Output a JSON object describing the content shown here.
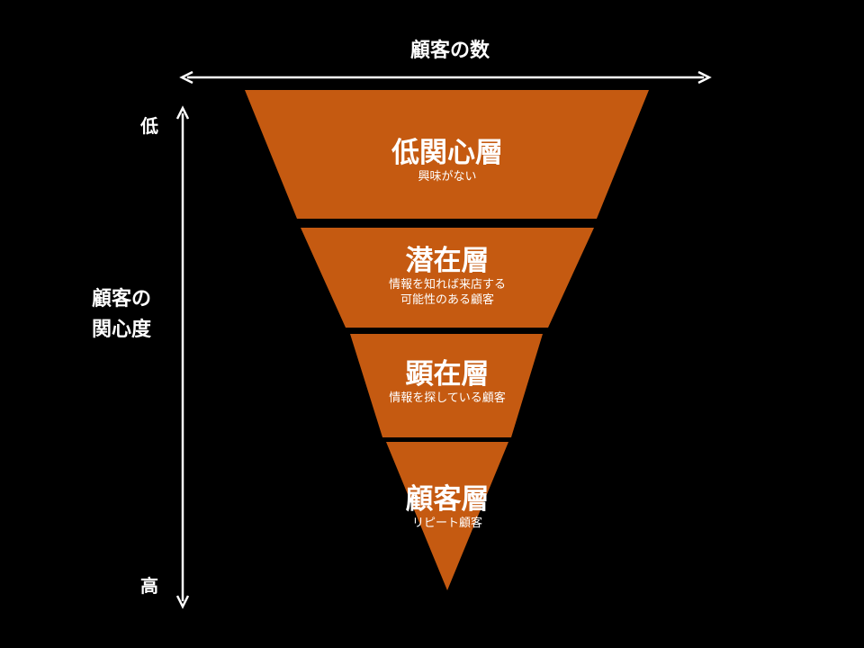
{
  "diagram": {
    "top_label": "顧客の数",
    "side_label_line1": "顧客の",
    "side_label_line2": "関心度",
    "low_label": "低",
    "high_label": "高",
    "colors": {
      "background": "#000000",
      "layer_fill": "#c55a11",
      "text": "#ffffff",
      "arrows": "#ffffff"
    },
    "layers": [
      {
        "title": "低関心層",
        "desc": "興味がない"
      },
      {
        "title": "潜在層",
        "desc": "情報を知れば来店する\n可能性のある顧客"
      },
      {
        "title": "顕在層",
        "desc": "情報を探している顧客"
      },
      {
        "title": "顧客層",
        "desc": "リピート顧客"
      }
    ]
  }
}
